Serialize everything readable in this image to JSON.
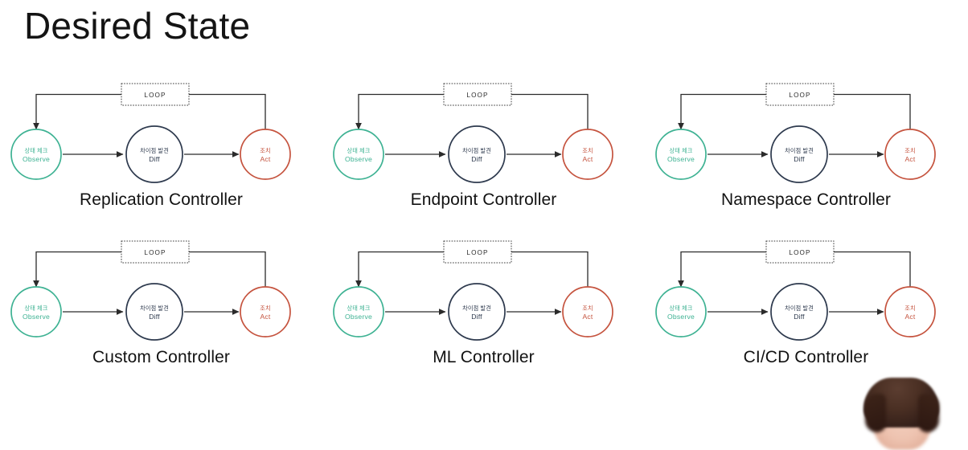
{
  "slide": {
    "title": "Desired State",
    "background_color": "#ffffff"
  },
  "node_palette": {
    "observe_color": "#3EB293",
    "diff_color": "#2E3A4E",
    "act_color": "#C5533E",
    "connector_color": "#2b2b2b",
    "loop_border_color": "#3a3a3a"
  },
  "loop_box": {
    "label": "LOOP",
    "border_style": "dotted"
  },
  "nodes": [
    {
      "id": "observe",
      "ko": "상태 체크",
      "en": "Observe",
      "color": "#3EB293"
    },
    {
      "id": "diff",
      "ko": "차이점 발견",
      "en": "Diff",
      "color": "#2E3A4E"
    },
    {
      "id": "act",
      "ko": "조치",
      "en": "Act",
      "color": "#C5533E"
    }
  ],
  "panels": [
    {
      "caption": "Replication Controller"
    },
    {
      "caption": "Endpoint Controller"
    },
    {
      "caption": "Namespace Controller"
    },
    {
      "caption": "Custom Controller"
    },
    {
      "caption": "ML Controller"
    },
    {
      "caption": "CI/CD Controller"
    }
  ],
  "overlay": {
    "type": "webcam-presenter-video",
    "description": "presenter head silhouette, dark hair"
  }
}
